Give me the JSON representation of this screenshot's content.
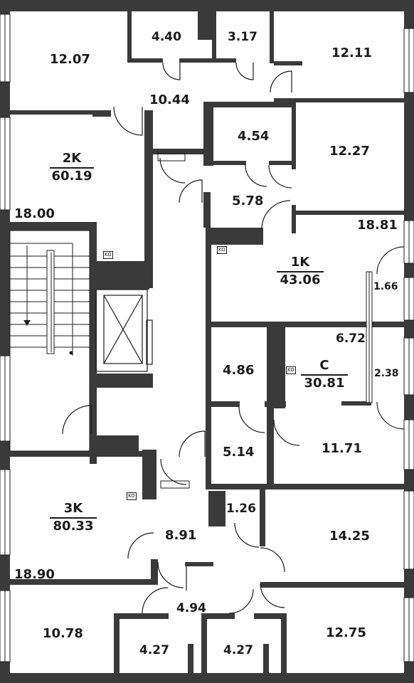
{
  "colors": {
    "wall": "#3a3a3a",
    "line": "#1b1b1b",
    "background": "#ffffff"
  },
  "rooms": {
    "r_12_07": "12.07",
    "r_4_40": "4.40",
    "r_3_17": "3.17",
    "r_12_11": "12.11",
    "r_10_44": "10.44",
    "r_4_54": "4.54",
    "r_12_27": "12.27",
    "r_5_78": "5.78",
    "r_18_81": "18.81",
    "r_18_00": "18.00",
    "r_1_66": "1.66",
    "r_6_72": "6.72",
    "r_4_86": "4.86",
    "r_2_38": "2.38",
    "r_5_14": "5.14",
    "r_11_71": "11.71",
    "r_1_26": "1.26",
    "r_8_91": "8.91",
    "r_14_25": "14.25",
    "r_18_90": "18.90",
    "r_4_94": "4.94",
    "r_10_78": "10.78",
    "r_4_27_a": "4.27",
    "r_4_27_b": "4.27",
    "r_12_75": "12.75"
  },
  "apartments": {
    "a2k": {
      "type": "2K",
      "area": "60.19"
    },
    "a1k": {
      "type": "1K",
      "area": "43.06"
    },
    "ac": {
      "type": "C",
      "area": "30.81"
    },
    "a3k": {
      "type": "3K",
      "area": "80.33"
    }
  },
  "ko_label": "KO"
}
